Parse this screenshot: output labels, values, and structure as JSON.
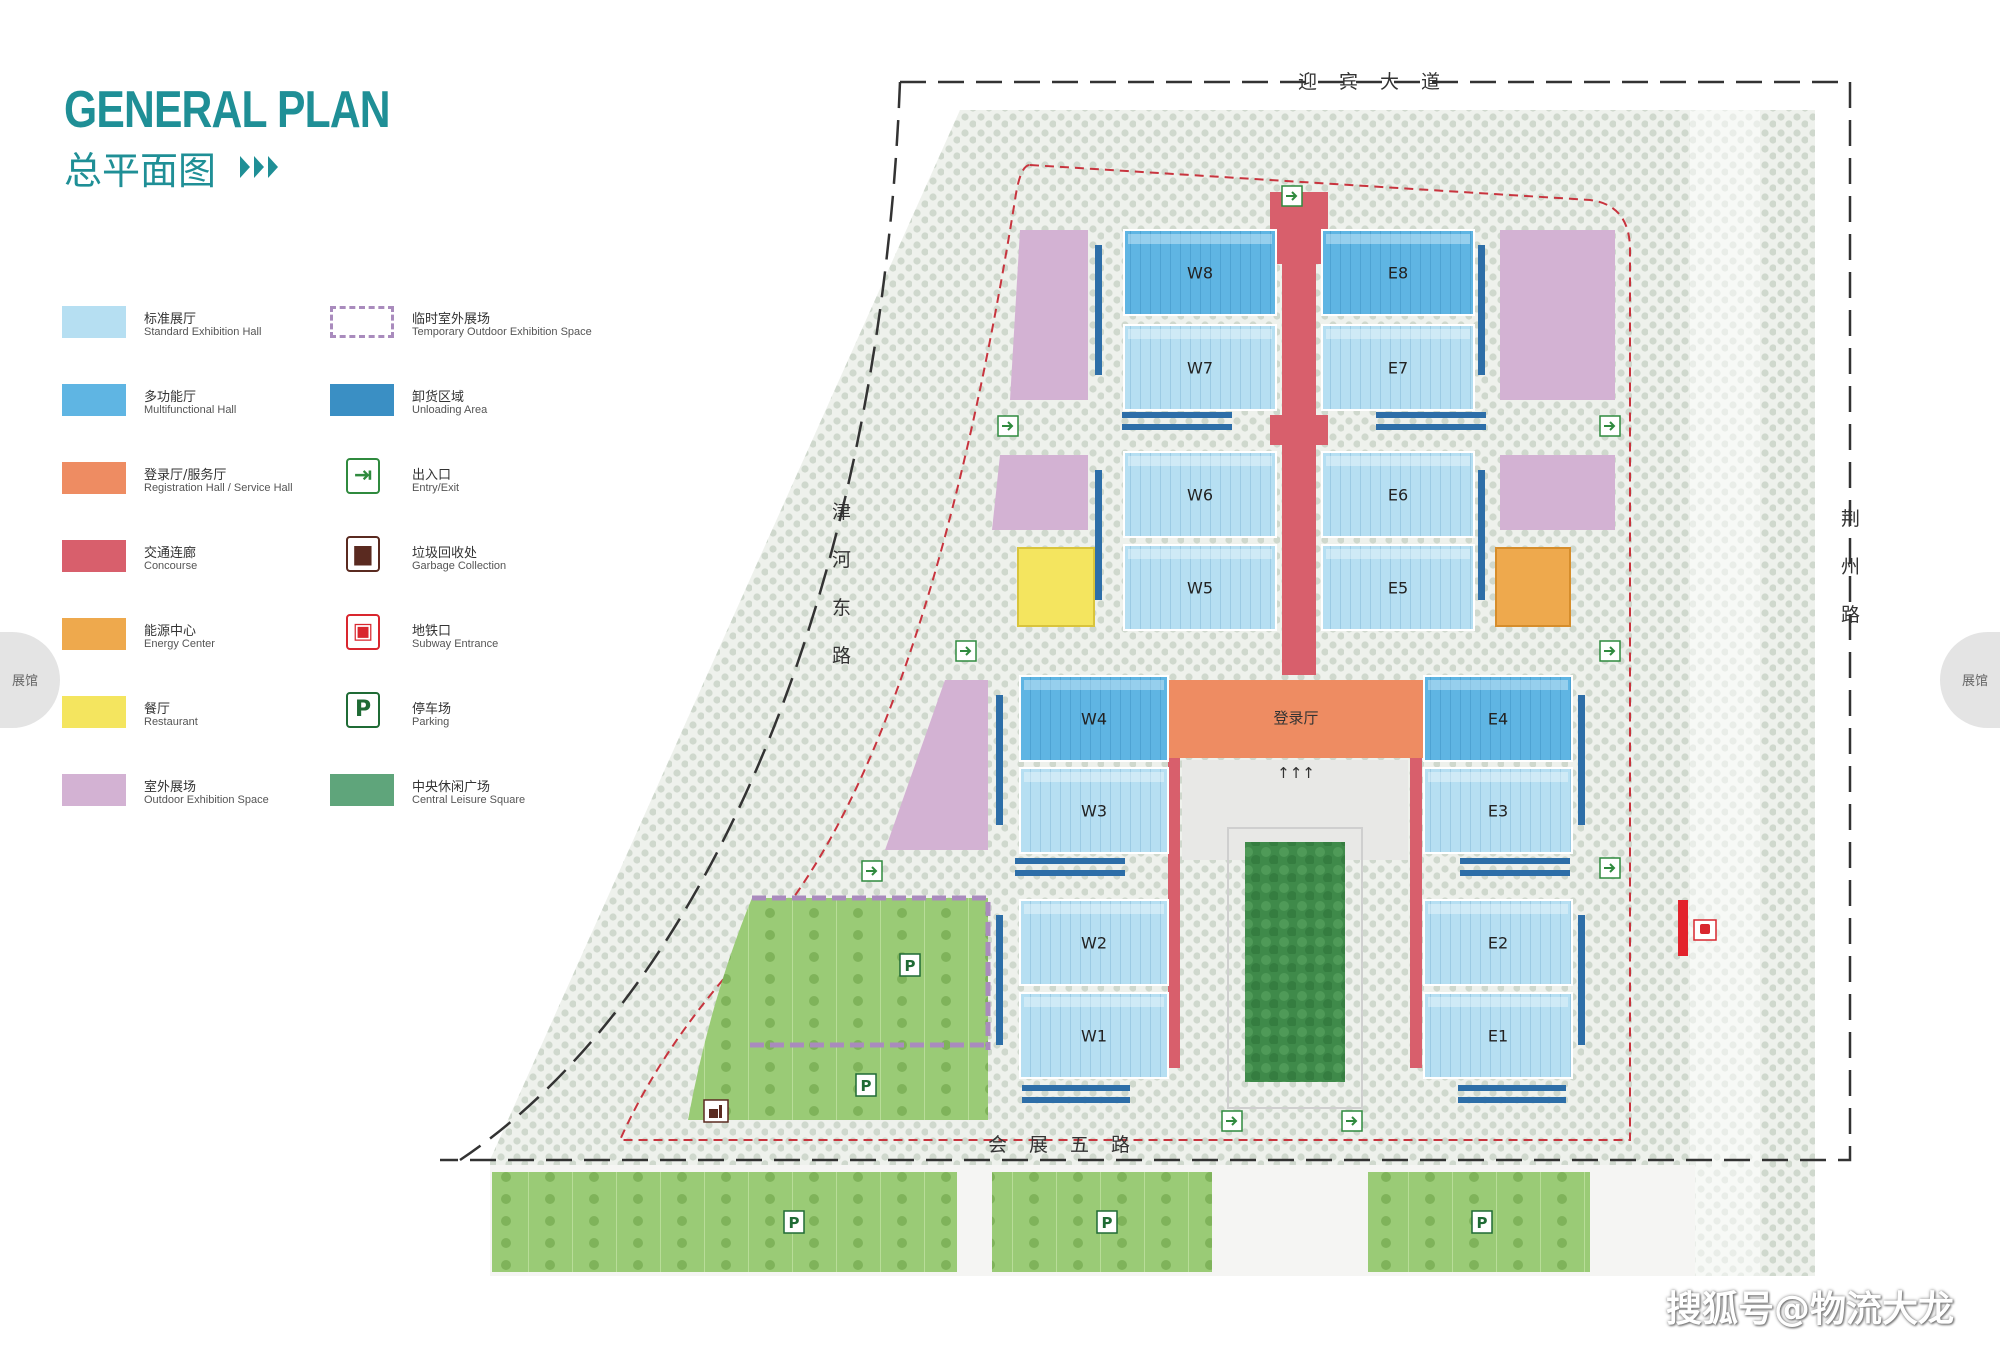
{
  "header": {
    "title_en": "GENERAL PLAN",
    "title_cn": "总平面图"
  },
  "legend": [
    {
      "cn": "标准展厅",
      "en": "Standard Exhibition Hall",
      "color": "#b6dff2",
      "icon": "swatch"
    },
    {
      "cn": "临时室外展场",
      "en": "Temporary Outdoor Exhibition Space",
      "color": "#a98bbd",
      "icon": "dashed-swatch"
    },
    {
      "cn": "多功能厅",
      "en": "Multifunctional Hall",
      "color": "#5fb5e3",
      "icon": "swatch"
    },
    {
      "cn": "卸货区域",
      "en": "Unloading Area",
      "color": "#3a8fc4",
      "icon": "swatch"
    },
    {
      "cn": "登录厅/服务厅",
      "en": "Registration Hall / Service Hall",
      "color": "#ee8c62",
      "icon": "swatch"
    },
    {
      "cn": "出入口",
      "en": "Entry/Exit",
      "color": "#2f8a3e",
      "icon": "entry-exit-icon"
    },
    {
      "cn": "交通连廊",
      "en": "Concourse",
      "color": "#d85f6c",
      "icon": "swatch"
    },
    {
      "cn": "垃圾回收处",
      "en": "Garbage Collection",
      "color": "#5a2a20",
      "icon": "garbage-icon"
    },
    {
      "cn": "能源中心",
      "en": "Energy Center",
      "color": "#eea94d",
      "icon": "swatch"
    },
    {
      "cn": "地铁口",
      "en": "Subway Entrance",
      "color": "#d9262e",
      "icon": "subway-icon"
    },
    {
      "cn": "餐厅",
      "en": "Restaurant",
      "color": "#f4e55f",
      "icon": "swatch"
    },
    {
      "cn": "停车场",
      "en": "Parking",
      "color": "#1f6b35",
      "icon": "parking-icon"
    },
    {
      "cn": "室外展场",
      "en": "Outdoor Exhibition Space",
      "color": "#d3b2d3",
      "icon": "swatch"
    },
    {
      "cn": "中央休闲广场",
      "en": "Central Leisure Square",
      "color": "#5fa57b",
      "icon": "swatch"
    }
  ],
  "map": {
    "roads": {
      "north": "迎宾大道",
      "south": "会展五路",
      "west": "津河东路",
      "east": "荆州路"
    },
    "halls_west": [
      "W8",
      "W7",
      "W6",
      "W5",
      "W4",
      "W3",
      "W2",
      "W1"
    ],
    "halls_east": [
      "E8",
      "E7",
      "E6",
      "E5",
      "E4",
      "E3",
      "E2",
      "E1"
    ],
    "registration_hall": "登录厅",
    "parking_label": "P",
    "arrows_label": "↑↑↑"
  },
  "side_tabs": {
    "left": "展馆",
    "right": "展馆"
  },
  "watermark": "搜狐号@物流大龙"
}
